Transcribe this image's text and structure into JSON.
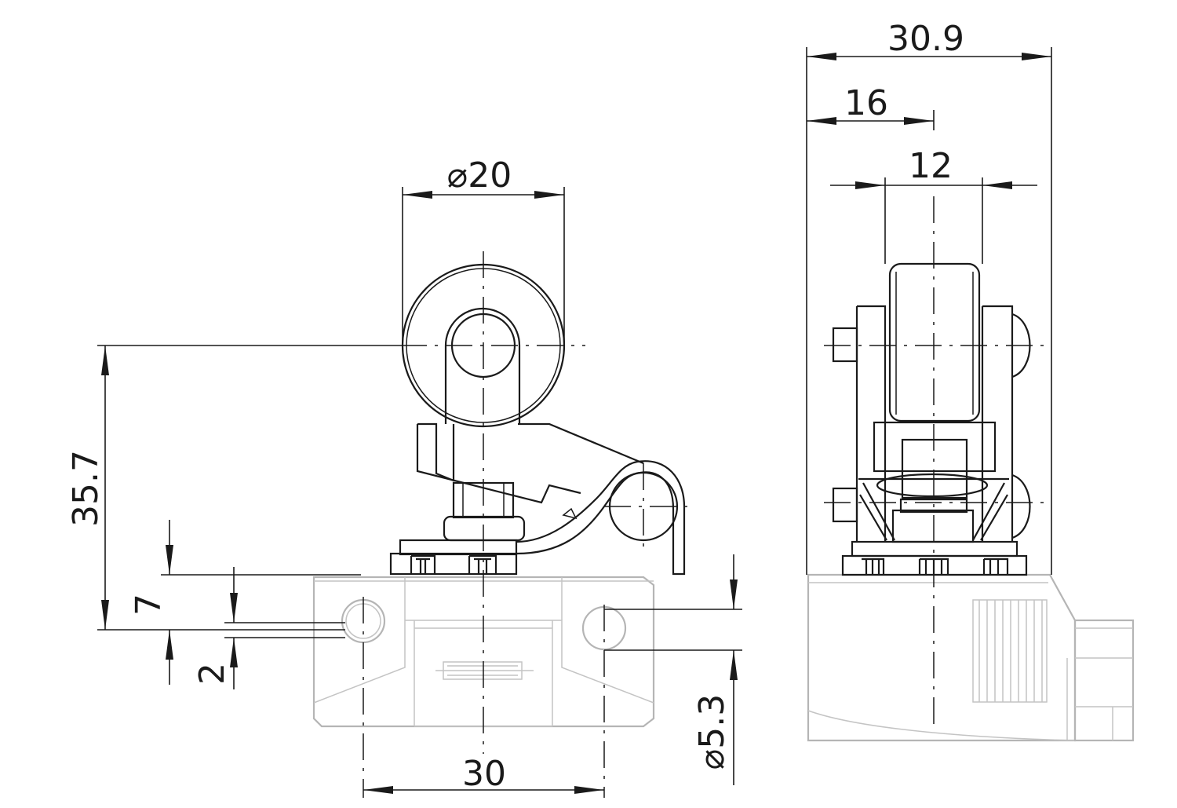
{
  "dimensions": {
    "roller_diameter": "⌀20",
    "height_to_roller_axis": "35.7",
    "mount_offset": "7",
    "hole_offset": "2",
    "hole_spacing": "30",
    "hole_diameter": "⌀5.3",
    "total_width": "30.9",
    "half_width": "16",
    "roller_width": "12"
  }
}
